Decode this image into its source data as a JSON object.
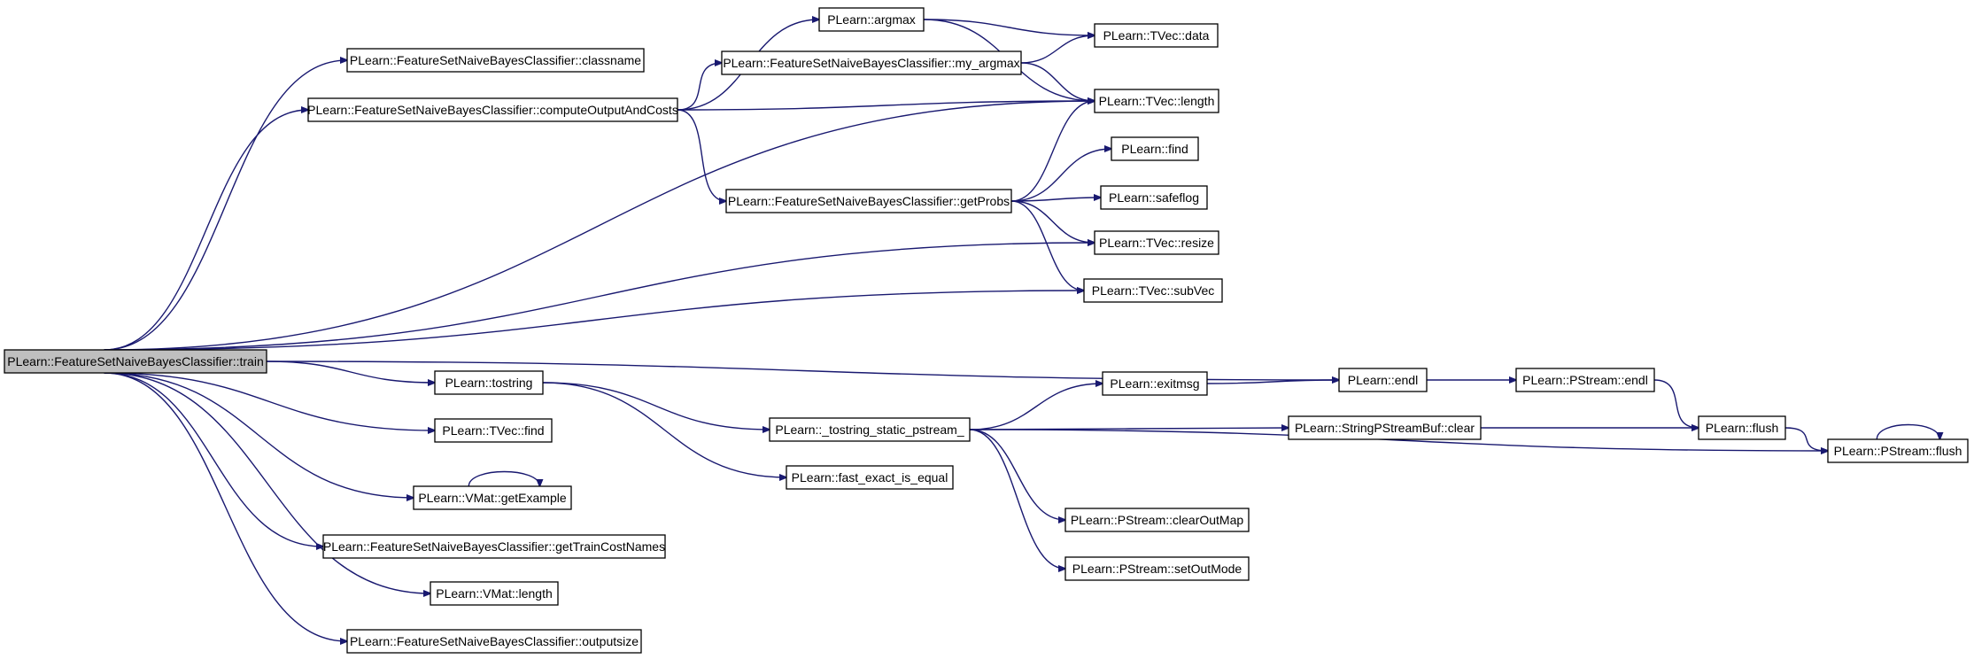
{
  "nodes": [
    {
      "id": "train",
      "label": "PLearn::FeatureSetNaiveBayesClassifier::train",
      "root": true
    },
    {
      "id": "classname",
      "label": "PLearn::FeatureSetNaiveBayesClassifier::classname"
    },
    {
      "id": "computeOutputAndCosts",
      "label": "PLearn::FeatureSetNaiveBayesClassifier::computeOutputAndCosts"
    },
    {
      "id": "argmax",
      "label": "PLearn::argmax"
    },
    {
      "id": "my_argmax",
      "label": "PLearn::FeatureSetNaiveBayesClassifier::my_argmax"
    },
    {
      "id": "tvec_data",
      "label": "PLearn::TVec::data"
    },
    {
      "id": "tvec_length",
      "label": "PLearn::TVec::length"
    },
    {
      "id": "getProbs",
      "label": "PLearn::FeatureSetNaiveBayesClassifier::getProbs"
    },
    {
      "id": "find",
      "label": "PLearn::find"
    },
    {
      "id": "safeflog",
      "label": "PLearn::safeflog"
    },
    {
      "id": "tvec_resize",
      "label": "PLearn::TVec::resize"
    },
    {
      "id": "tvec_subVec",
      "label": "PLearn::TVec::subVec"
    },
    {
      "id": "endl",
      "label": "PLearn::endl"
    },
    {
      "id": "pstream_endl",
      "label": "PLearn::PStream::endl"
    },
    {
      "id": "tostring",
      "label": "PLearn::tostring"
    },
    {
      "id": "tostring_static",
      "label": "PLearn::_tostring_static_pstream_"
    },
    {
      "id": "exitmsg",
      "label": "PLearn::exitmsg"
    },
    {
      "id": "spsb_clear",
      "label": "PLearn::StringPStreamBuf::clear"
    },
    {
      "id": "flush",
      "label": "PLearn::flush"
    },
    {
      "id": "pstream_flush",
      "label": "PLearn::PStream::flush"
    },
    {
      "id": "tvec_find",
      "label": "PLearn::TVec::find"
    },
    {
      "id": "fast_exact",
      "label": "PLearn::fast_exact_is_equal"
    },
    {
      "id": "getExample",
      "label": "PLearn::VMat::getExample"
    },
    {
      "id": "clearOutMap",
      "label": "PLearn::PStream::clearOutMap"
    },
    {
      "id": "setOutMode",
      "label": "PLearn::PStream::setOutMode"
    },
    {
      "id": "getTrainCostNames",
      "label": "PLearn::FeatureSetNaiveBayesClassifier::getTrainCostNames"
    },
    {
      "id": "vmat_length",
      "label": "PLearn::VMat::length"
    },
    {
      "id": "outputsize",
      "label": "PLearn::FeatureSetNaiveBayesClassifier::outputsize"
    }
  ],
  "edges": [
    [
      "train",
      "classname"
    ],
    [
      "train",
      "computeOutputAndCosts"
    ],
    [
      "train",
      "tvec_length"
    ],
    [
      "train",
      "tvec_resize"
    ],
    [
      "train",
      "tvec_subVec"
    ],
    [
      "train",
      "endl"
    ],
    [
      "train",
      "tostring"
    ],
    [
      "train",
      "tvec_find"
    ],
    [
      "train",
      "getExample"
    ],
    [
      "train",
      "getTrainCostNames"
    ],
    [
      "train",
      "vmat_length"
    ],
    [
      "train",
      "outputsize"
    ],
    [
      "computeOutputAndCosts",
      "argmax"
    ],
    [
      "computeOutputAndCosts",
      "my_argmax"
    ],
    [
      "computeOutputAndCosts",
      "tvec_length"
    ],
    [
      "computeOutputAndCosts",
      "getProbs"
    ],
    [
      "argmax",
      "tvec_data"
    ],
    [
      "argmax",
      "tvec_length"
    ],
    [
      "my_argmax",
      "tvec_data"
    ],
    [
      "my_argmax",
      "tvec_length"
    ],
    [
      "getProbs",
      "tvec_length"
    ],
    [
      "getProbs",
      "find"
    ],
    [
      "getProbs",
      "safeflog"
    ],
    [
      "getProbs",
      "tvec_resize"
    ],
    [
      "getProbs",
      "tvec_subVec"
    ],
    [
      "endl",
      "pstream_endl"
    ],
    [
      "pstream_endl",
      "flush"
    ],
    [
      "flush",
      "pstream_flush"
    ],
    [
      "pstream_flush",
      "pstream_flush"
    ],
    [
      "tostring",
      "tostring_static"
    ],
    [
      "tostring",
      "fast_exact"
    ],
    [
      "tostring_static",
      "exitmsg"
    ],
    [
      "tostring_static",
      "spsb_clear"
    ],
    [
      "tostring_static",
      "pstream_flush"
    ],
    [
      "tostring_static",
      "clearOutMap"
    ],
    [
      "tostring_static",
      "setOutMode"
    ],
    [
      "exitmsg",
      "endl"
    ],
    [
      "spsb_clear",
      "flush"
    ],
    [
      "getExample",
      "getExample"
    ]
  ]
}
